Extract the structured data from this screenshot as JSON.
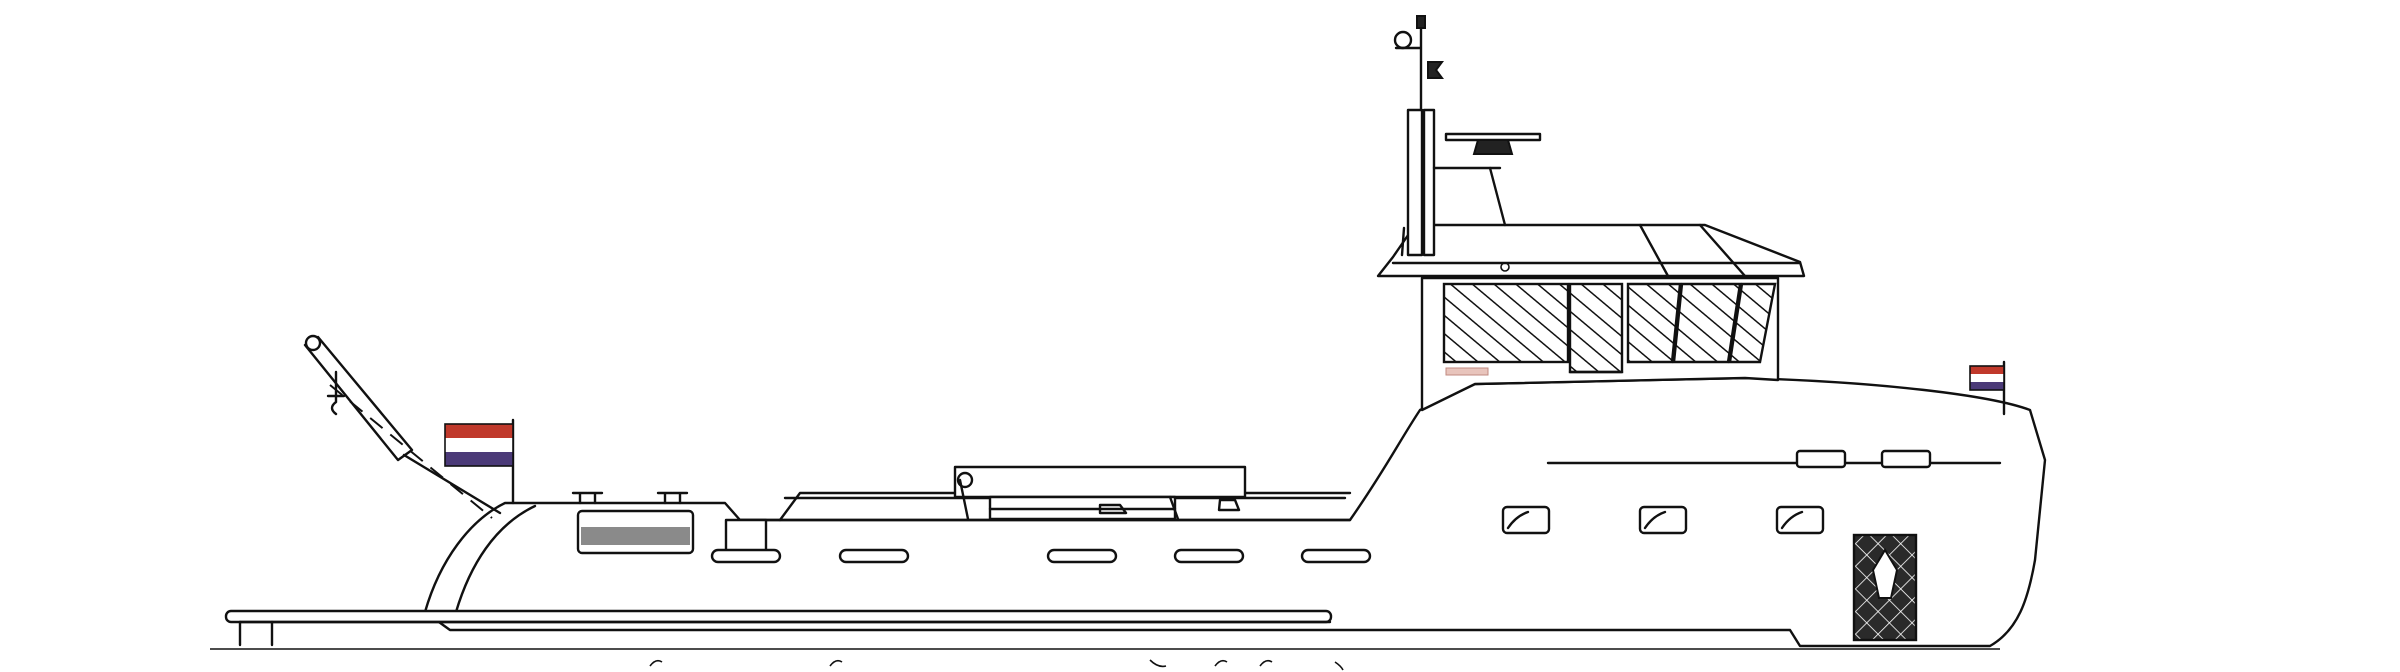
{
  "image": {
    "subject": "vessel-side-elevation",
    "line_color": "#111111",
    "background": "#ffffff"
  },
  "flags": {
    "stripe_colors": [
      "#c0392b",
      "#ffffff",
      "#4b3a78"
    ]
  },
  "counts": {
    "deck_ports": 5,
    "hull_windows": 3,
    "upper_ports": 2
  }
}
